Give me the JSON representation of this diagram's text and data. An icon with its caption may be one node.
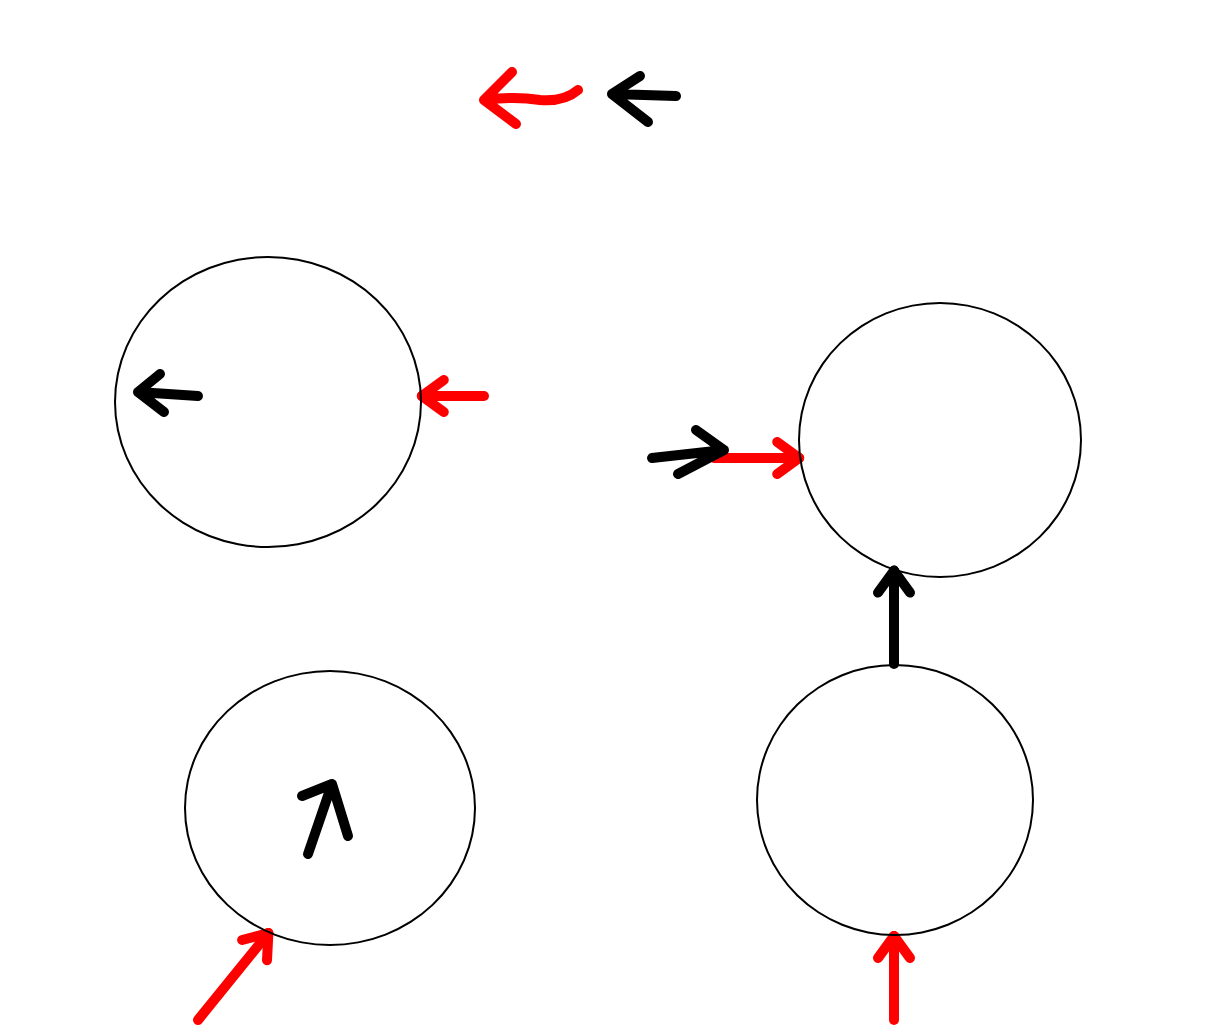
{
  "diagram": {
    "nodes": [
      {
        "text": [],
        "shape": "circle"
      },
      {
        "text": [],
        "shape": "circle"
      },
      {
        "text": [],
        "shape": "circle"
      },
      {
        "text": [],
        "shape": "circle"
      }
    ],
    "edges": [
      {
        "from": null,
        "to": 0,
        "arrow": "to"
      },
      {
        "from": null,
        "to": 1,
        "arrow": "to"
      },
      {
        "from": 3,
        "to": 1,
        "arrow": "to",
        "color": "#000000"
      },
      {
        "from": null,
        "to": 2,
        "arrow": "to"
      },
      {
        "from": null,
        "to": 3,
        "arrow": "to"
      }
    ]
  }
}
